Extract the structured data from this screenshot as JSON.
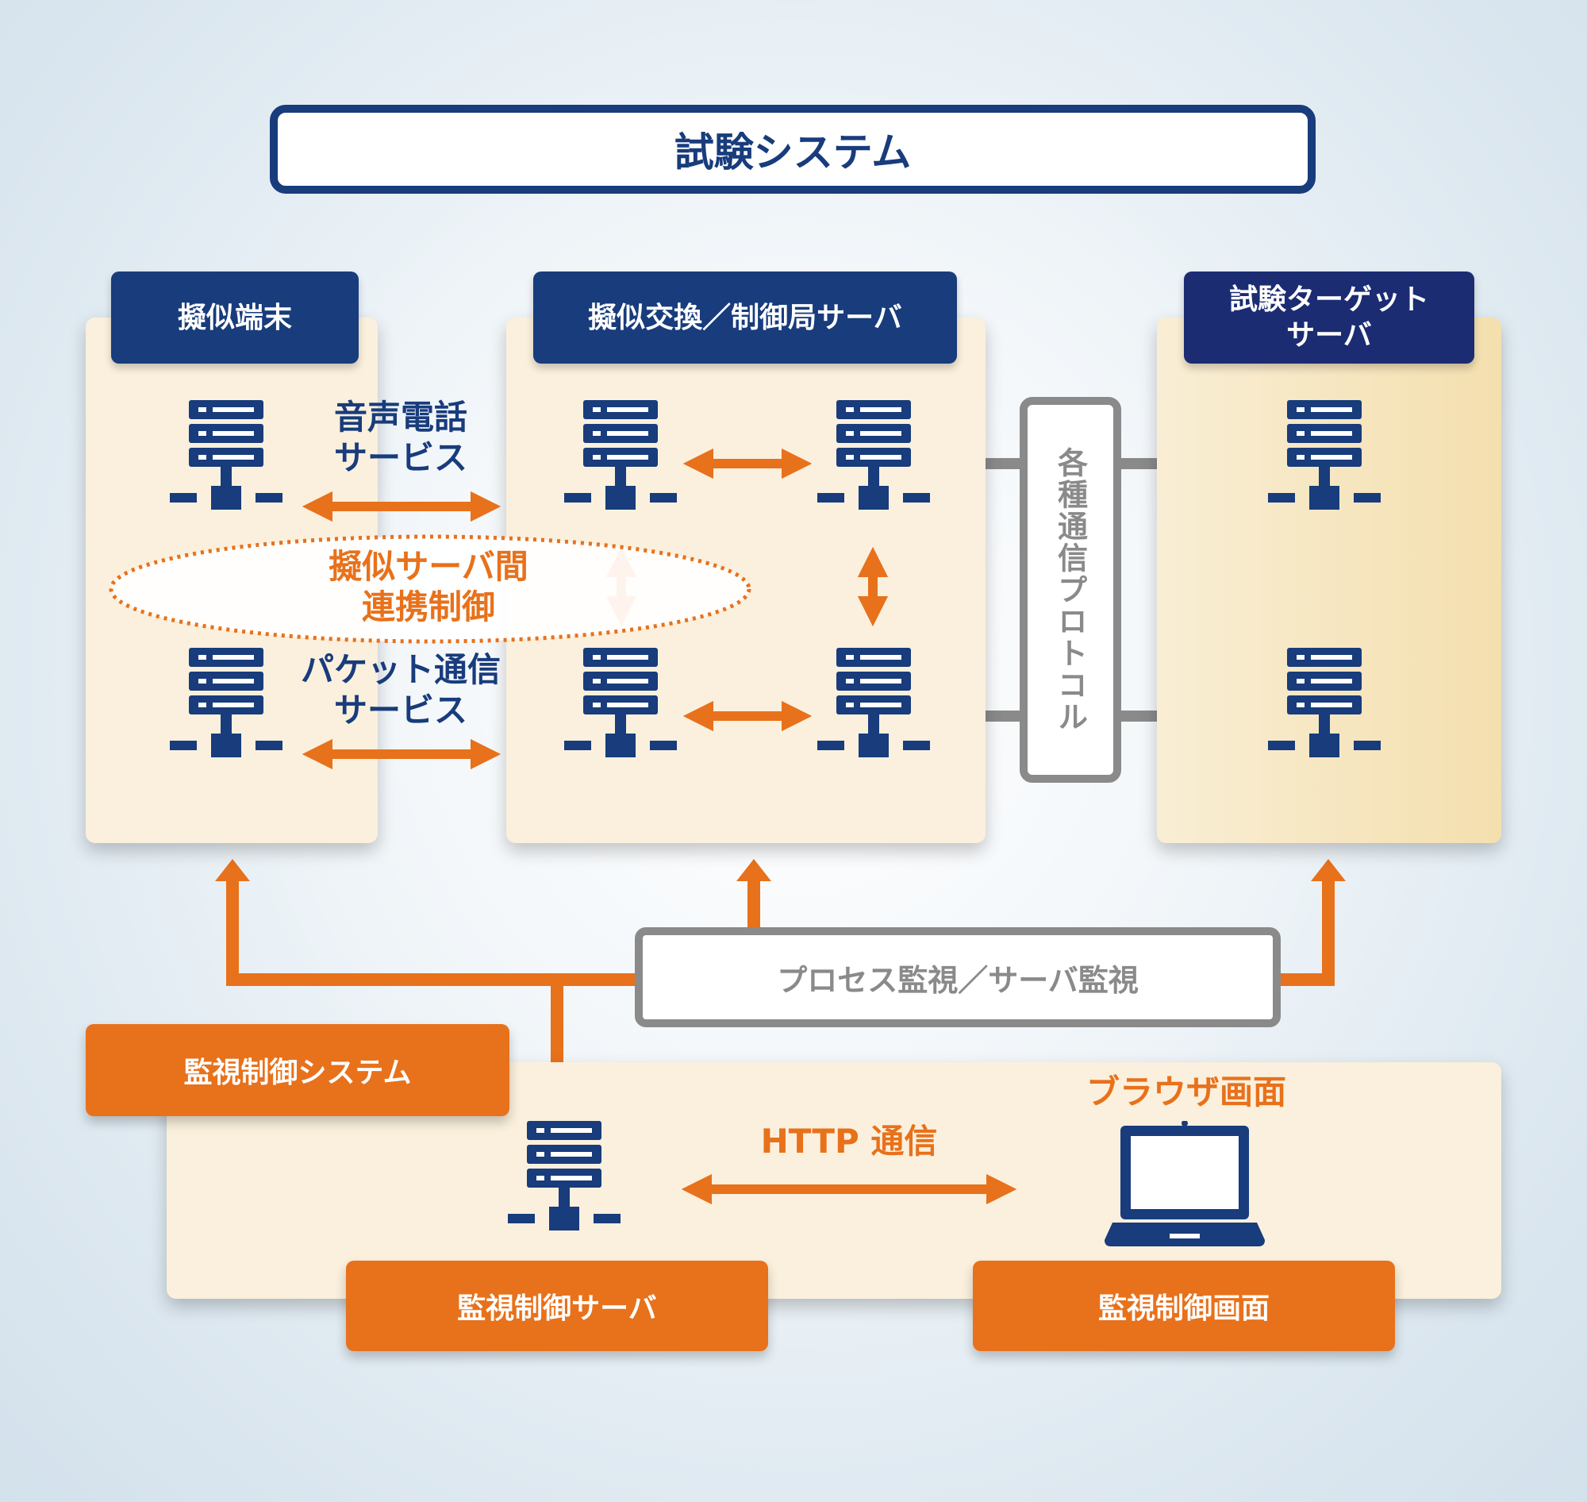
{
  "title": "試験システム",
  "panels": {
    "terminal": "擬似端末",
    "exchange": "擬似交換／制御局サーバ",
    "target": "試験ターゲット\nサーバ"
  },
  "services": {
    "voice": "音声電話\nサービス",
    "inter_server": "擬似サーバ間\n連携制御",
    "packet": "パケット通信\nサービス"
  },
  "protocol": "各種通信プロトコル",
  "process_monitor": "プロセス監視／サーバ監視",
  "monitor_system": {
    "title": "監視制御システム",
    "browser": "ブラウザ画面",
    "http": "HTTP 通信",
    "server_label": "監視制御サーバ",
    "screen_label": "監視制御画面"
  },
  "colors": {
    "navy": "#183c7c",
    "orange": "#e8711b",
    "gray": "#8a8a8a",
    "cream": "#faf0dd"
  },
  "icons": [
    "server-icon",
    "laptop-icon"
  ]
}
